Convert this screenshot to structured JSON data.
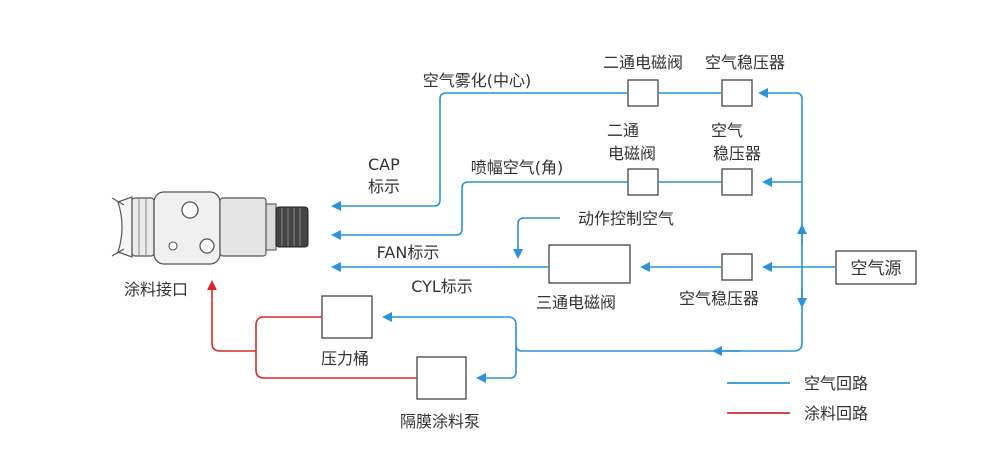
{
  "colors": {
    "air": "#2a93d9",
    "paint": "#d62a2a",
    "box_stroke": "#444444",
    "text": "#333333"
  },
  "icons": {
    "spray_gun": "spray-gun-icon"
  },
  "labels": {
    "valve_2way_top": "二通电磁阀",
    "regulator_top": "空气稳压器",
    "atomizing": "空气雾化(中心)",
    "valve_2way_mid_l1": "二通",
    "valve_2way_mid_l2": "电磁阀",
    "regulator_mid_l1": "空气",
    "regulator_mid_l2": "稳压器",
    "fan_air": "喷幅空气(角)",
    "cap_l1": "CAP",
    "cap_l2": "标示",
    "actuation": "动作控制空气",
    "fan_mark": "FAN标示",
    "cyl_mark": "CYL标示",
    "valve_3way": "三通电磁阀",
    "regulator_bot": "空气稳压器",
    "air_source": "空气源",
    "paint_inlet": "涂料接口",
    "pressure_tank": "压力桶",
    "diaphragm_pump": "隔膜涂料泵"
  },
  "legend": {
    "air": "空气回路",
    "paint": "涂料回路"
  }
}
